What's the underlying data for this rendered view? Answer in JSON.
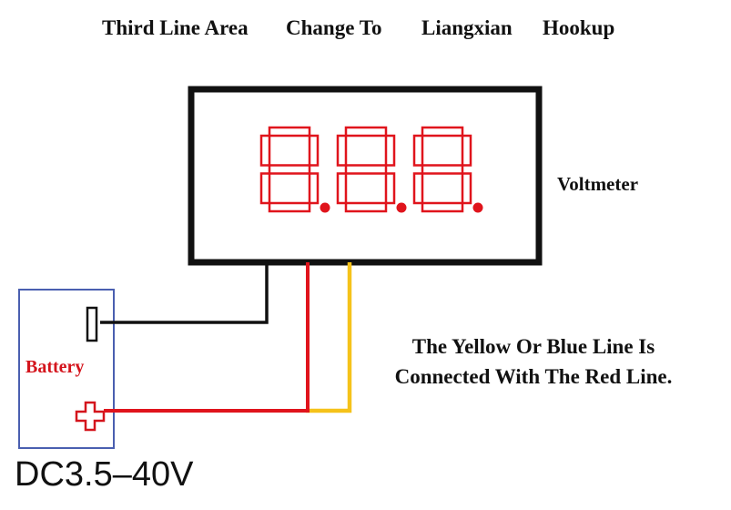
{
  "title": {
    "part1": "Third Line Area",
    "part2": "Change To",
    "part3": "Liangxian",
    "part4": "Hookup"
  },
  "voltmeter": {
    "label": "Voltmeter",
    "display": "8.8.8.",
    "display_color": "#e0141c"
  },
  "battery": {
    "label": "Battery",
    "label_color": "#d4141c",
    "negative_symbol": "minus",
    "positive_symbol": "plus",
    "box_color": "#4a5fb0"
  },
  "note": {
    "line1": "The Yellow Or Blue Line Is",
    "line2": "Connected With The Red Line."
  },
  "voltage_range": "DC3.5–40V",
  "wires": {
    "black": "#111111",
    "red": "#e0141c",
    "yellow": "#f5c21a"
  }
}
